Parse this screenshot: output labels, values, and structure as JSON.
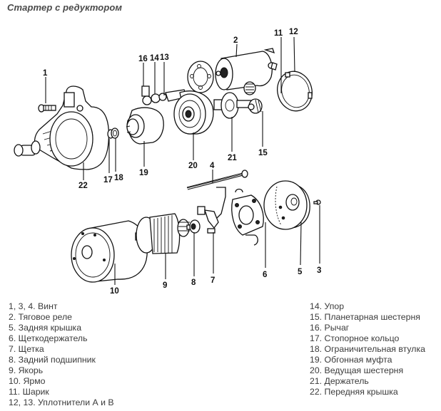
{
  "title": "Стартер с редуктором",
  "diagram": {
    "name": "Exploded view of gear-reduction starter",
    "callouts": [
      "1",
      "2",
      "3",
      "4",
      "5",
      "6",
      "7",
      "8",
      "9",
      "10",
      "11",
      "12",
      "13",
      "14",
      "15",
      "16",
      "17",
      "18",
      "19",
      "20",
      "21",
      "22"
    ]
  },
  "legend": {
    "left": [
      "1, 3, 4. Винт",
      "2. Тяговое реле",
      "5. Задняя крышка",
      "6. Щеткодержатель",
      "7. Щетка",
      "8. Задний подшипник",
      "9. Якорь",
      "10. Ярмо",
      "11. Шарик",
      "12, 13. Уплотнители А и В"
    ],
    "right": [
      "14. Упор",
      "15. Планетарная шестерня",
      "16. Рычаг",
      "17. Стопорное кольцо",
      "18. Ограничительная втулка",
      "19. Обгонная муфта",
      "20. Ведущая шестерня",
      "21. Держатель",
      "22. Передняя крышка"
    ]
  }
}
